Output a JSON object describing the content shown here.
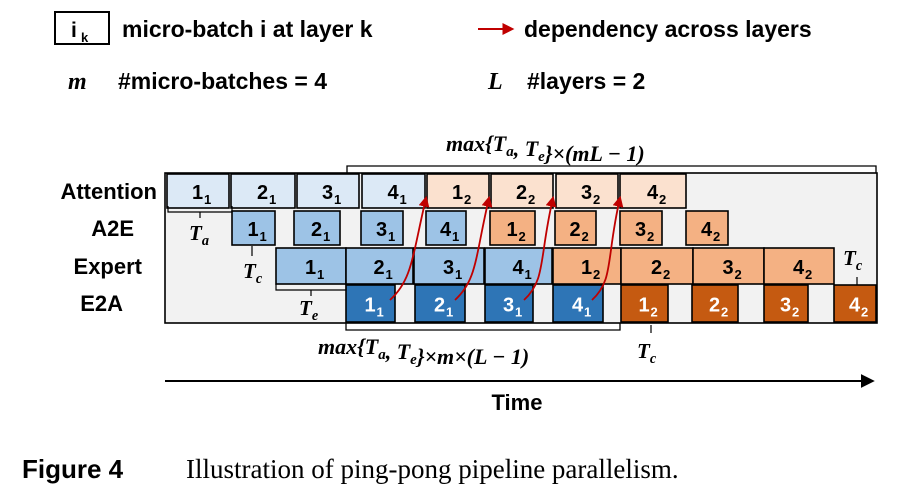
{
  "legend": {
    "box_main": "i",
    "box_sub": "k",
    "box_text": "micro-batch i at layer k",
    "arrow_text": "dependency across layers",
    "m_symbol": "m",
    "m_text": "#micro-batches = 4",
    "l_symbol": "L",
    "l_text": "#layers = 2"
  },
  "rows": [
    "Attention",
    "A2E",
    "Expert",
    "E2A"
  ],
  "row_blocks": {
    "Attention": [
      {
        "main": "1",
        "sub": "1"
      },
      {
        "main": "2",
        "sub": "1"
      },
      {
        "main": "3",
        "sub": "1"
      },
      {
        "main": "4",
        "sub": "1"
      },
      {
        "main": "1",
        "sub": "2"
      },
      {
        "main": "2",
        "sub": "2"
      },
      {
        "main": "3",
        "sub": "2"
      },
      {
        "main": "4",
        "sub": "2"
      }
    ],
    "A2E": [
      {
        "main": "1",
        "sub": "1"
      },
      {
        "main": "2",
        "sub": "1"
      },
      {
        "main": "3",
        "sub": "1"
      },
      {
        "main": "4",
        "sub": "1"
      },
      {
        "main": "1",
        "sub": "2"
      },
      {
        "main": "2",
        "sub": "2"
      },
      {
        "main": "3",
        "sub": "2"
      },
      {
        "main": "4",
        "sub": "2"
      }
    ],
    "Expert": [
      {
        "main": "1",
        "sub": "1"
      },
      {
        "main": "2",
        "sub": "1"
      },
      {
        "main": "3",
        "sub": "1"
      },
      {
        "main": "4",
        "sub": "1"
      },
      {
        "main": "1",
        "sub": "2"
      },
      {
        "main": "2",
        "sub": "2"
      },
      {
        "main": "3",
        "sub": "2"
      },
      {
        "main": "4",
        "sub": "2"
      }
    ],
    "E2A": [
      {
        "main": "1",
        "sub": "1"
      },
      {
        "main": "2",
        "sub": "1"
      },
      {
        "main": "3",
        "sub": "1"
      },
      {
        "main": "4",
        "sub": "1"
      },
      {
        "main": "1",
        "sub": "2"
      },
      {
        "main": "2",
        "sub": "2"
      },
      {
        "main": "3",
        "sub": "2"
      },
      {
        "main": "4",
        "sub": "2"
      }
    ]
  },
  "annotations": {
    "top_formula": "max{T_a, T_e}×(mL − 1)",
    "bottom_formula": "max{T_a, T_e}×m×(L − 1)",
    "t_a": "T_a",
    "t_c": "T_c",
    "t_e": "T_e",
    "t_c_right": "T_c",
    "t_c_bottom": "T_c"
  },
  "axis": {
    "label": "Time"
  },
  "caption": {
    "label": "Figure 4",
    "text": "Illustration of ping-pong pipeline parallelism."
  },
  "colors": {
    "light_blue": "#dce9f6",
    "mid_blue": "#9dc3e6",
    "dark_blue": "#2e75b6",
    "light_orange": "#fbe1cf",
    "mid_orange": "#f4b183",
    "dark_orange": "#c55a11",
    "arrow_red": "#c00000"
  }
}
